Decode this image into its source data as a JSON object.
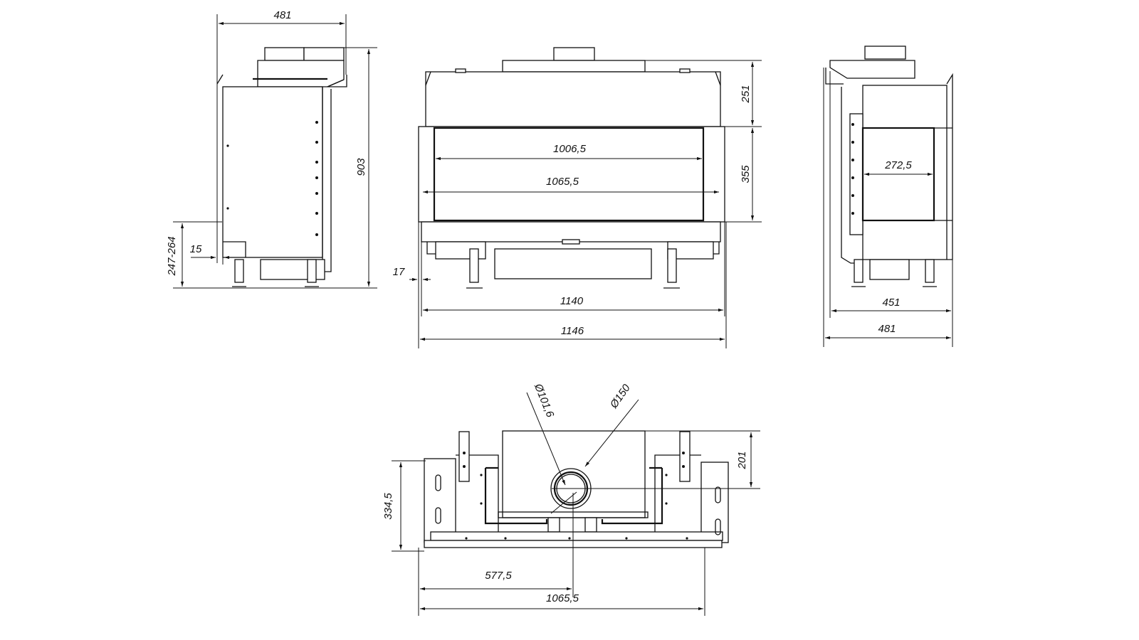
{
  "side_view_left": {
    "width_label": "481",
    "height_label": "903",
    "leg_height_label": "247-264",
    "offset_label": "15"
  },
  "front_view": {
    "glass_inner_label": "1006,5",
    "glass_outer_label": "1065,5",
    "top_height_label": "251",
    "glass_height_label": "355",
    "width_label": "1140",
    "overall_width_label": "1146",
    "offset_label": "17"
  },
  "side_view_right": {
    "glass_label": "272,5",
    "width_label": "451",
    "overall_width_label": "481"
  },
  "top_view": {
    "inner_flue_label": "Ø101,6",
    "outer_flue_label": "Ø150",
    "flue_offset_label": "201",
    "depth_label": "334,5",
    "flue_center_label": "577,5",
    "width_label": "1065,5"
  }
}
